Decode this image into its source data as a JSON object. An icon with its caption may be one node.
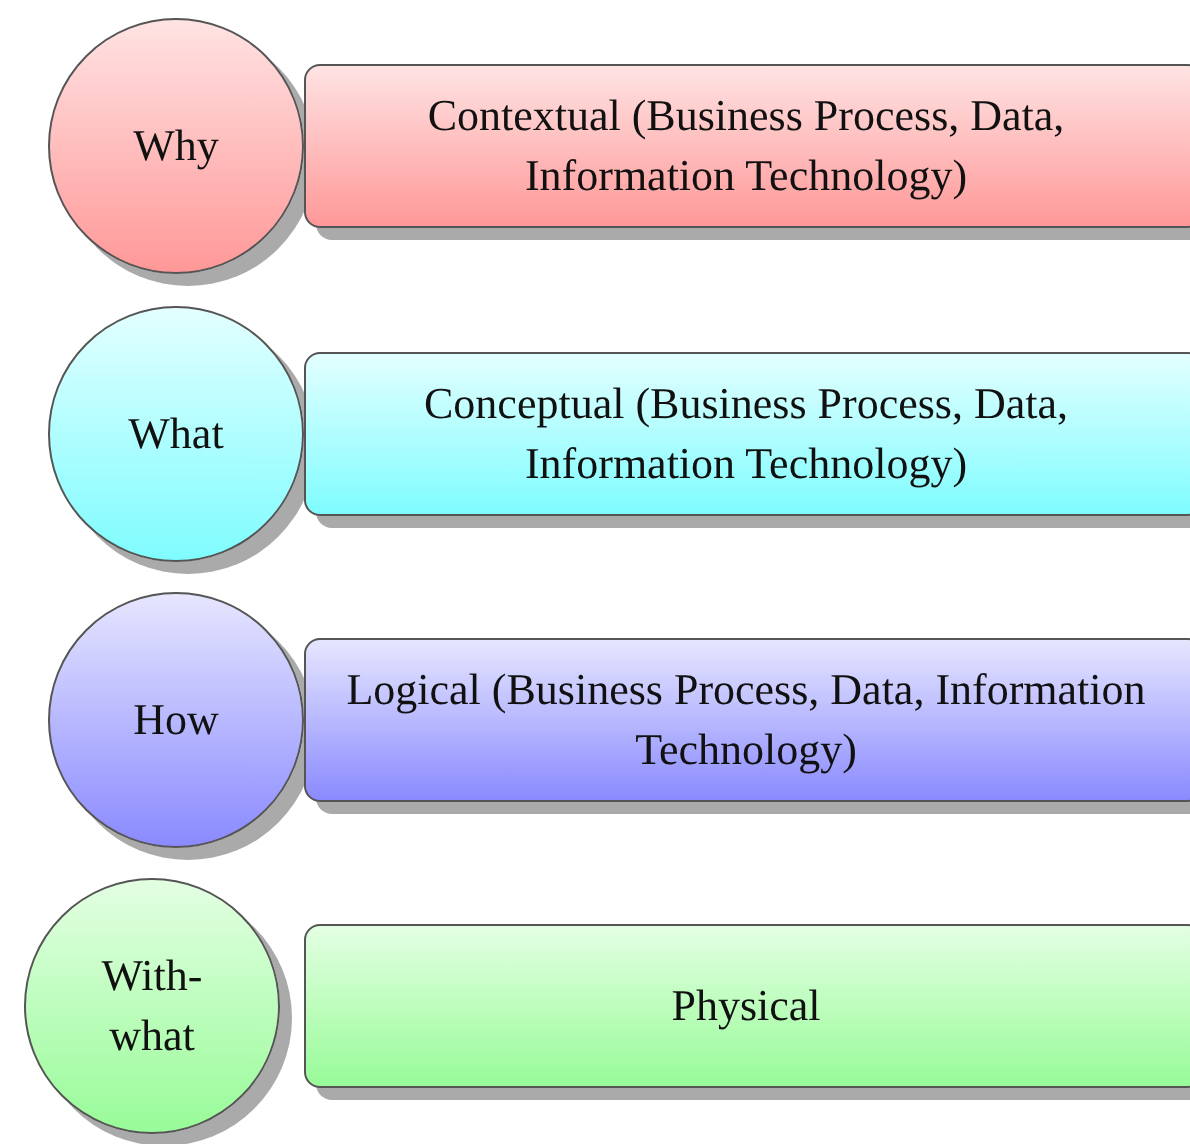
{
  "diagram": {
    "nodes": [
      {
        "text": [
          "Why"
        ]
      },
      {
        "text": [
          "Contextual (Business Process, Data, Information Technology)"
        ]
      },
      {
        "text": [
          "What"
        ]
      },
      {
        "text": [
          "Conceptual (Business Process, Data, Information Technology)"
        ]
      },
      {
        "text": [
          "How"
        ]
      },
      {
        "text": [
          "Logical (Business Process, Data, Information Technology)"
        ]
      },
      {
        "text": [
          "With-what"
        ]
      },
      {
        "text": [
          "Physical"
        ]
      }
    ]
  }
}
